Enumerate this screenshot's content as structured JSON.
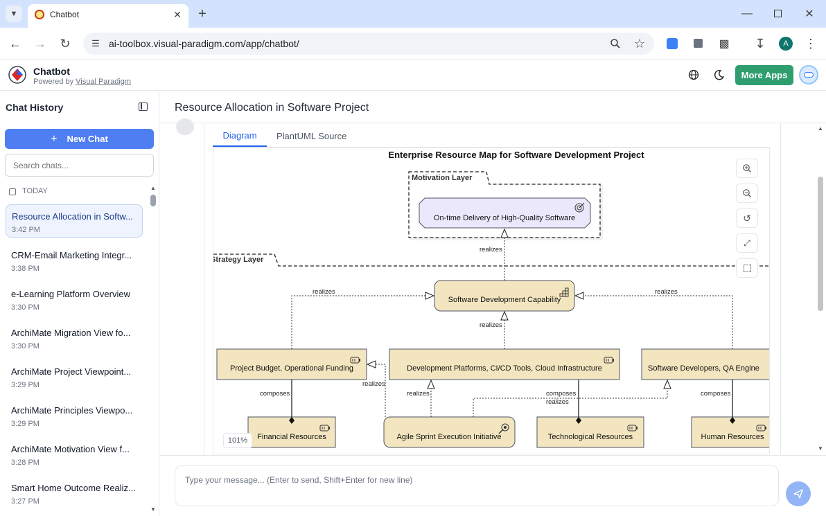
{
  "browser": {
    "tab_title": "Chatbot",
    "url": "ai-toolbox.visual-paradigm.com/app/chatbot/",
    "profile_initial": "A"
  },
  "app": {
    "name": "Chatbot",
    "powered_prefix": "Powered by",
    "powered_link": "Visual Paradigm",
    "more_apps": "More Apps"
  },
  "sidebar": {
    "title": "Chat History",
    "new_chat": "New Chat",
    "search_placeholder": "Search chats...",
    "group": "TODAY",
    "items": [
      {
        "title": "Resource Allocation in Softw...",
        "time": "3:42 PM"
      },
      {
        "title": "CRM-Email Marketing Integr...",
        "time": "3:38 PM"
      },
      {
        "title": "e-Learning Platform Overview",
        "time": "3:30 PM"
      },
      {
        "title": "ArchiMate Migration View fo...",
        "time": "3:30 PM"
      },
      {
        "title": "ArchiMate Project Viewpoint...",
        "time": "3:29 PM"
      },
      {
        "title": "ArchiMate Principles Viewpo...",
        "time": "3:29 PM"
      },
      {
        "title": "ArchiMate Motivation View f...",
        "time": "3:28 PM"
      },
      {
        "title": "Smart Home Outcome Realiz...",
        "time": "3:27 PM"
      }
    ]
  },
  "main": {
    "title": "Resource Allocation in Software Project",
    "tabs": [
      "Diagram",
      "PlantUML Source"
    ],
    "zoom": "101%",
    "input_placeholder": "Type your message... (Enter to send, Shift+Enter for new line)"
  },
  "diagram": {
    "title": "Enterprise Resource Map for Software Development Project",
    "motivation_layer": "Motivation Layer",
    "strategy_layer": "Strategy Layer",
    "goal": "On-time Delivery of High-Quality Software",
    "capability": "Software Development Capability",
    "res_budget": "Project Budget, Operational Funding",
    "res_platforms": "Development Platforms, CI/CD Tools, Cloud Infrastructure",
    "res_devs": "Software Developers, QA Engine",
    "res_financial": "Financial Resources",
    "course": "Agile Sprint Execution Initiative",
    "res_tech": "Technological Resources",
    "res_human": "Human Resources",
    "lbl_realizes": "realizes",
    "lbl_composes": "composes"
  }
}
